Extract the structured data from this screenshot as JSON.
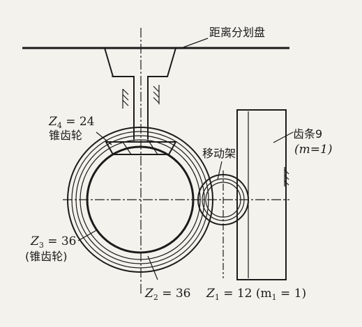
{
  "labels": {
    "dial": "距离分划盘",
    "z4": "Z",
    "z4_sub": "4",
    "z4_val": " = 24",
    "z4_name": "锥齿轮",
    "carriage": "移动架",
    "rack_name": "齿条9",
    "rack_module": "(m=1)",
    "z3": "Z",
    "z3_sub": "3",
    "z3_val": " = 36",
    "z3_name": "(锥齿轮)",
    "z2": "Z",
    "z2_sub": "2",
    "z2_val": " = 36",
    "z1": "Z",
    "z1_sub": "1",
    "z1_val": " = 12 (m",
    "z1_m_sub": "1",
    "z1_end": " = 1)"
  },
  "colors": {
    "ink": "#1b1b1b",
    "paper": "#f4f2ec"
  }
}
